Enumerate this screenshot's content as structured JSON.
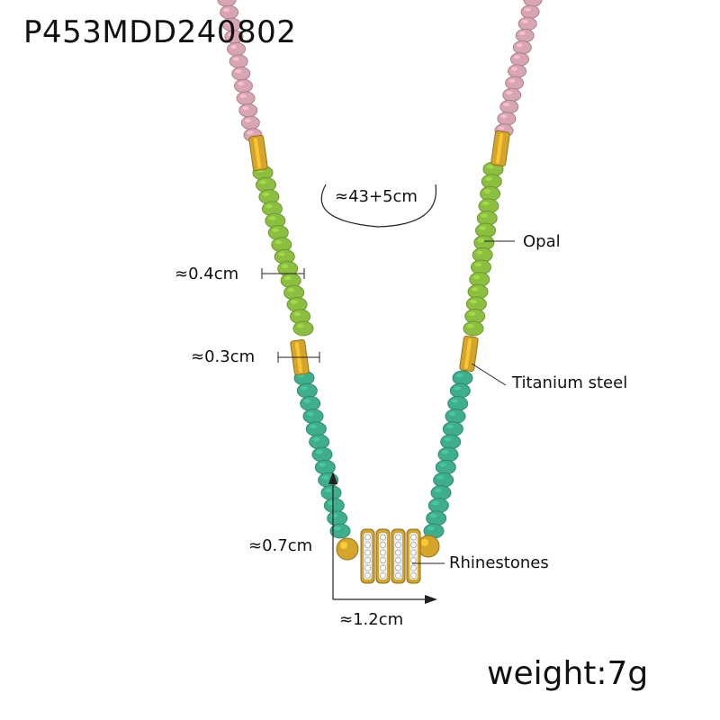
{
  "product": {
    "sku": "P453MDD240802",
    "weight_label": "weight:7g"
  },
  "dimensions": {
    "length": "≈43+5cm",
    "bead_diameter": "≈0.4cm",
    "spacer_size": "≈0.3cm",
    "pendant_height": "≈0.7cm",
    "pendant_width": "≈1.2cm"
  },
  "materials": {
    "beads": "Opal",
    "spacers": "Titanium steel",
    "pendant": "Rhinestones"
  },
  "colors": {
    "pink_bead": "#d8a6b3",
    "lime_bead": "#8cbf3f",
    "turquoise_bead": "#3fae8c",
    "gold": "#d4a52a",
    "crystal": "#e9edf1",
    "annotation_line": "#222222"
  }
}
